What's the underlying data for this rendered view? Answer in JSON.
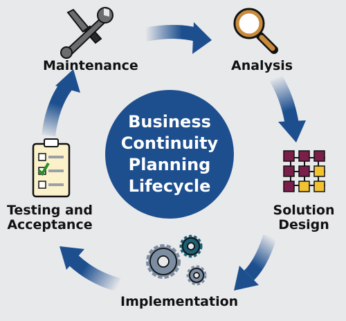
{
  "center": {
    "title_lines": [
      "Business",
      "Continuity",
      "Planning",
      "Lifecycle"
    ],
    "color": "#1d4f8f"
  },
  "stages": {
    "maintenance": {
      "label": "Maintenance",
      "icon": "wrench-screwdriver-icon"
    },
    "analysis": {
      "label": "Analysis",
      "icon": "magnifying-glass-icon"
    },
    "solution_design": {
      "label_lines": [
        "Solution",
        "Design"
      ],
      "icon": "flowchart-grid-icon"
    },
    "implementation": {
      "label": "Implementation",
      "icon": "gears-icon"
    },
    "testing": {
      "label_lines": [
        "Testing and",
        "Acceptance"
      ],
      "icon": "clipboard-checklist-icon"
    }
  },
  "colors": {
    "arrow": "#1d4f8f",
    "arrow_fade": "#e8e9eb",
    "background": "#e8e9eb",
    "grid_purple": "#7a1e4a",
    "grid_yellow": "#f2c230",
    "gear_gray": "#7d8ea3",
    "gear_teal": "#1e5f73",
    "check_green": "#2a8c2a",
    "clipboard_paper": "#fbf2cc"
  }
}
